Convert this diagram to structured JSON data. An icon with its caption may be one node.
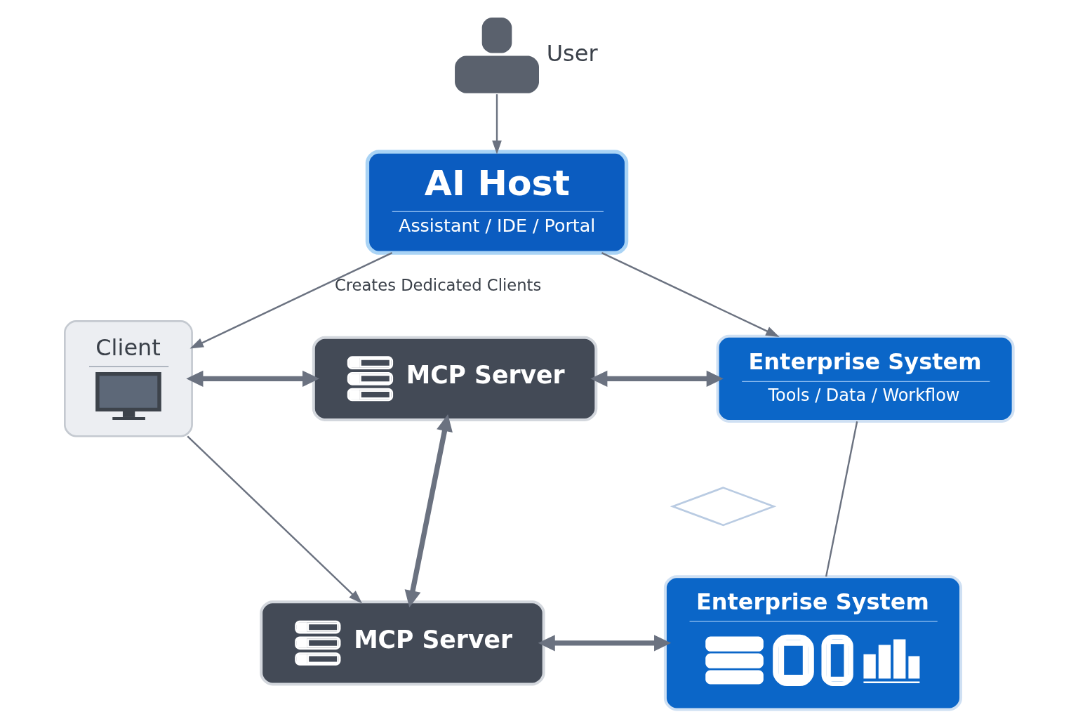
{
  "diagram": {
    "nodes": [
      {
        "text": [],
        "shape": "person",
        "beside": [
          "User"
        ]
      },
      {
        "text": [
          "AI Host",
          "Assistant / IDE / Portal"
        ]
      },
      {
        "text": [
          "Client"
        ]
      },
      {
        "text": [
          "MCP Server"
        ]
      },
      {
        "text": [
          "Enterprise System",
          "Tools / Data / Workflow"
        ]
      },
      {
        "text": [],
        "shape": "diamond"
      },
      {
        "text": [
          "MCP Server"
        ]
      },
      {
        "text": [
          "Enterprise System"
        ]
      }
    ],
    "edges": [
      {
        "from": 0,
        "to": 1,
        "arrow": "to"
      },
      {
        "from": 1,
        "to": 2,
        "arrow": "to",
        "label": "Creates Dedicated Clients"
      },
      {
        "from": 1,
        "to": 4,
        "arrow": "to"
      },
      {
        "from": 2,
        "to": 3,
        "arrow": "both",
        "style": "thick"
      },
      {
        "from": 3,
        "to": 4,
        "arrow": "both",
        "style": "thick"
      },
      {
        "from": 3,
        "to": 6,
        "arrow": "both",
        "style": "thick"
      },
      {
        "from": 2,
        "to": 6,
        "arrow": "to"
      },
      {
        "from": 6,
        "to": 7,
        "arrow": "both",
        "style": "thick"
      },
      {
        "from": 4,
        "to": 7,
        "arrow": "none"
      }
    ]
  }
}
